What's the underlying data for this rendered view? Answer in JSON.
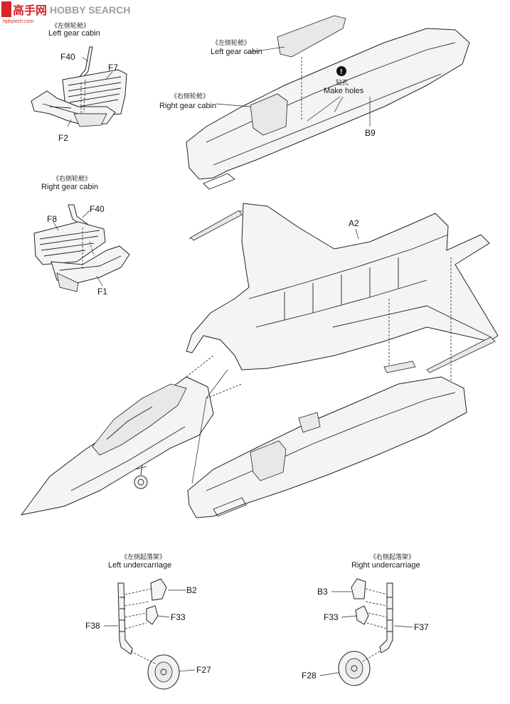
{
  "watermark": {
    "logo_text": "高手网",
    "brand_text": "HOBBY SEARCH",
    "site_url": "hpbylech.com"
  },
  "labels": {
    "left_gear_cabin_cn": "《左侧轮舱》",
    "left_gear_cabin_en": "Left gear cabin",
    "right_gear_cabin_cn": "《右侧轮舱》",
    "right_gear_cabin_en": "Right gear cabin",
    "make_holes_cn": "钻孔",
    "make_holes_en": "Make holes",
    "left_undercarriage_cn": "《左侧起落架》",
    "left_undercarriage_en": "Left undercarriage",
    "right_undercarriage_cn": "《右侧起落架》",
    "right_undercarriage_en": "Right undercarriage"
  },
  "parts": {
    "f40_top": "F40",
    "f7": "F7",
    "f2": "F2",
    "f40_mid": "F40",
    "f8": "F8",
    "f1": "F1",
    "b9": "B9",
    "a2": "A2",
    "b2": "B2",
    "f33_left": "F33",
    "f38": "F38",
    "f27": "F27",
    "b3": "B3",
    "f33_right": "F33",
    "f37": "F37",
    "f28": "F28"
  },
  "drill_symbol": "!",
  "colors": {
    "ink": "#222222",
    "part_fill": "#f4f4f4",
    "logo_red": "#d8232a",
    "logo_gray": "#9aa0a8"
  }
}
